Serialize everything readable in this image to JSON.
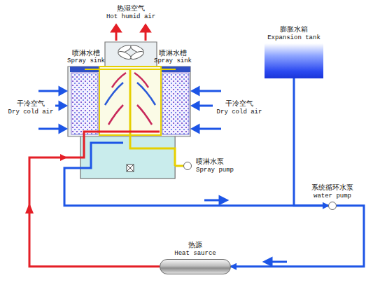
{
  "diagram": {
    "nodes": [
      {
        "text": [
          "喷淋水槽",
          "Spray sink",
          "喷淋水槽",
          "Spray sink"
        ]
      },
      {
        "text": [
          "膨胀水箱",
          "Expansion tank"
        ]
      },
      {
        "text": [
          "喷淋水泵",
          "Spray pump"
        ]
      },
      {
        "text": [
          "系统循环水泵",
          "water pump"
        ]
      },
      {
        "text": [
          "热源",
          "Heat saurce"
        ]
      }
    ],
    "edges": [
      {
        "from": 4,
        "to": 0,
        "arrow": "to"
      },
      {
        "from": 0,
        "to": 3,
        "arrow": "to"
      },
      {
        "from": 3,
        "to": 4,
        "arrow": "to"
      },
      {
        "from": 1,
        "to": 3,
        "arrow": "none"
      },
      {
        "from": 2,
        "to": 0,
        "arrow": "none"
      }
    ],
    "labels": [
      "热湿空气",
      "Hot humid air",
      "干冷空气",
      "Dry cold air",
      "干冷空气",
      "Dry cold air"
    ]
  }
}
